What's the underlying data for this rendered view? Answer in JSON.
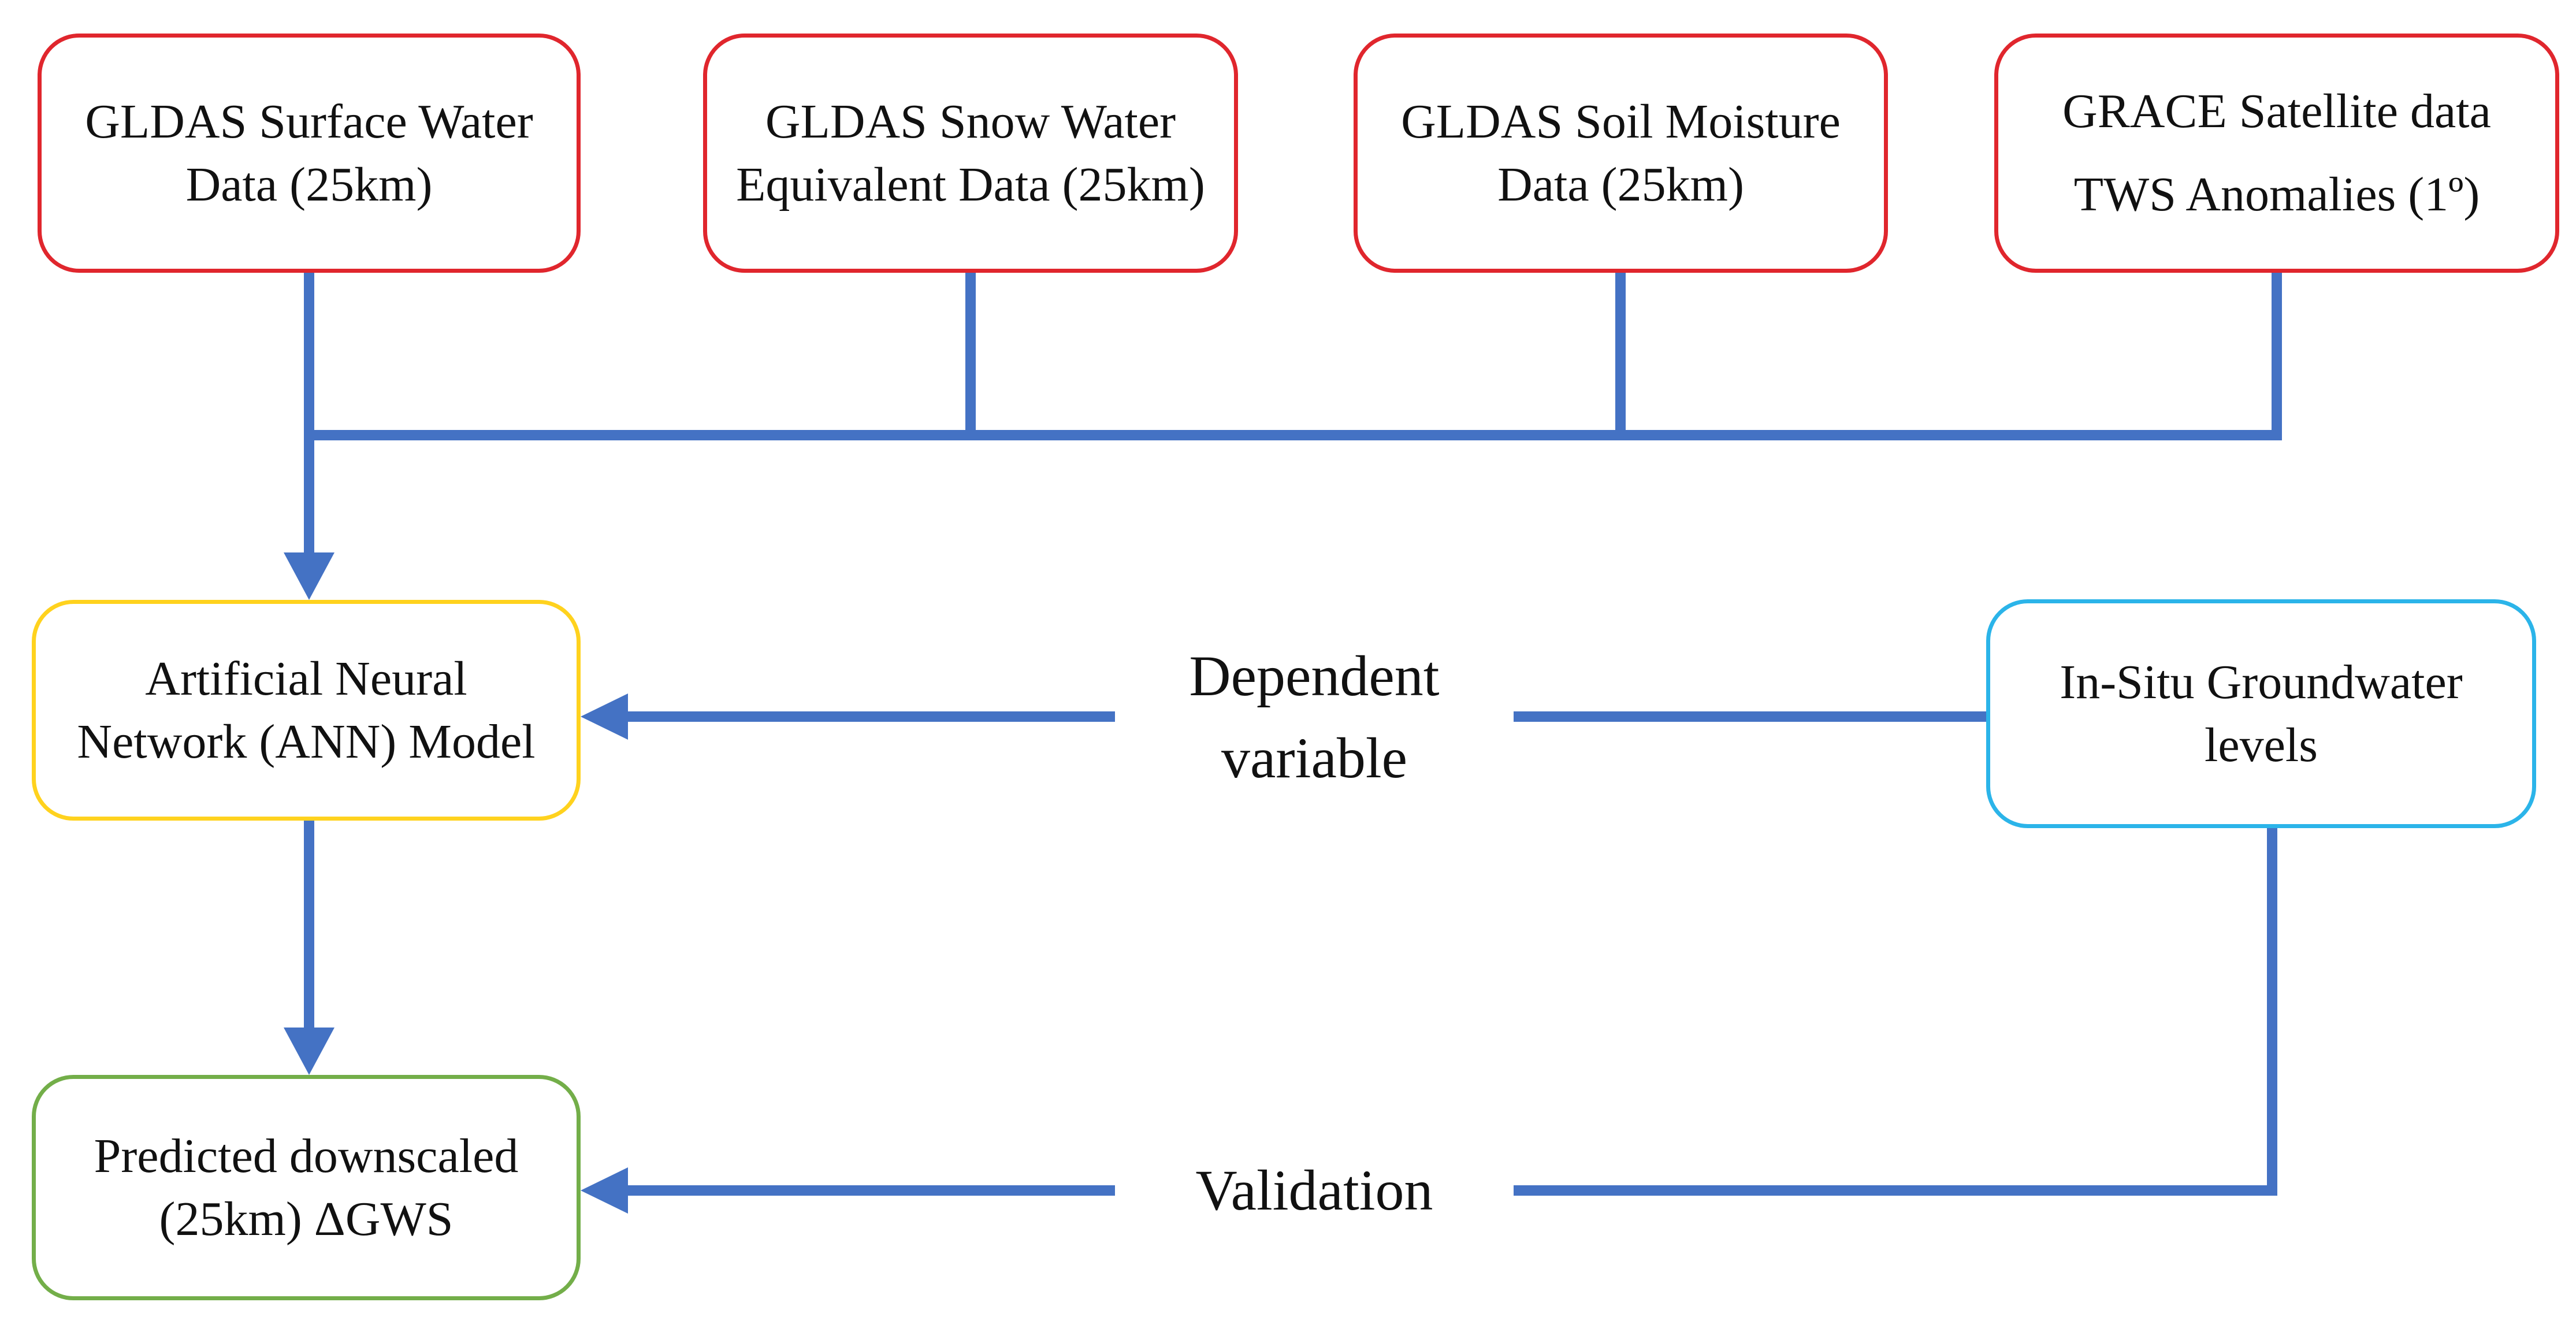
{
  "diagram": {
    "top_boxes": [
      {
        "line1": "GLDAS Surface Water",
        "line2": "Data (25km)"
      },
      {
        "line1": "GLDAS Snow Water",
        "line2": "Equivalent Data (25km)"
      },
      {
        "line1": "GLDAS Soil Moisture",
        "line2": "Data (25km)"
      },
      {
        "line1": "GRACE Satellite data",
        "line2": "TWS Anomalies (1º)"
      }
    ],
    "ann_box": {
      "line1": "Artificial Neural",
      "line2": "Network (ANN) Model"
    },
    "insitu_box": {
      "line1": "In-Situ Groundwater",
      "line2": "levels"
    },
    "predicted_box": {
      "line1": "Predicted downscaled",
      "line2": "(25km) ΔGWS"
    },
    "labels": {
      "dependent_line1": "Dependent",
      "dependent_line2": "variable",
      "validation": "Validation"
    },
    "colors": {
      "connector": "#4472c4",
      "input_border": "#e0262d",
      "model_border": "#ffd21e",
      "insitu_border": "#2bb4e9",
      "output_border": "#73ae49",
      "text": "#111111"
    }
  }
}
